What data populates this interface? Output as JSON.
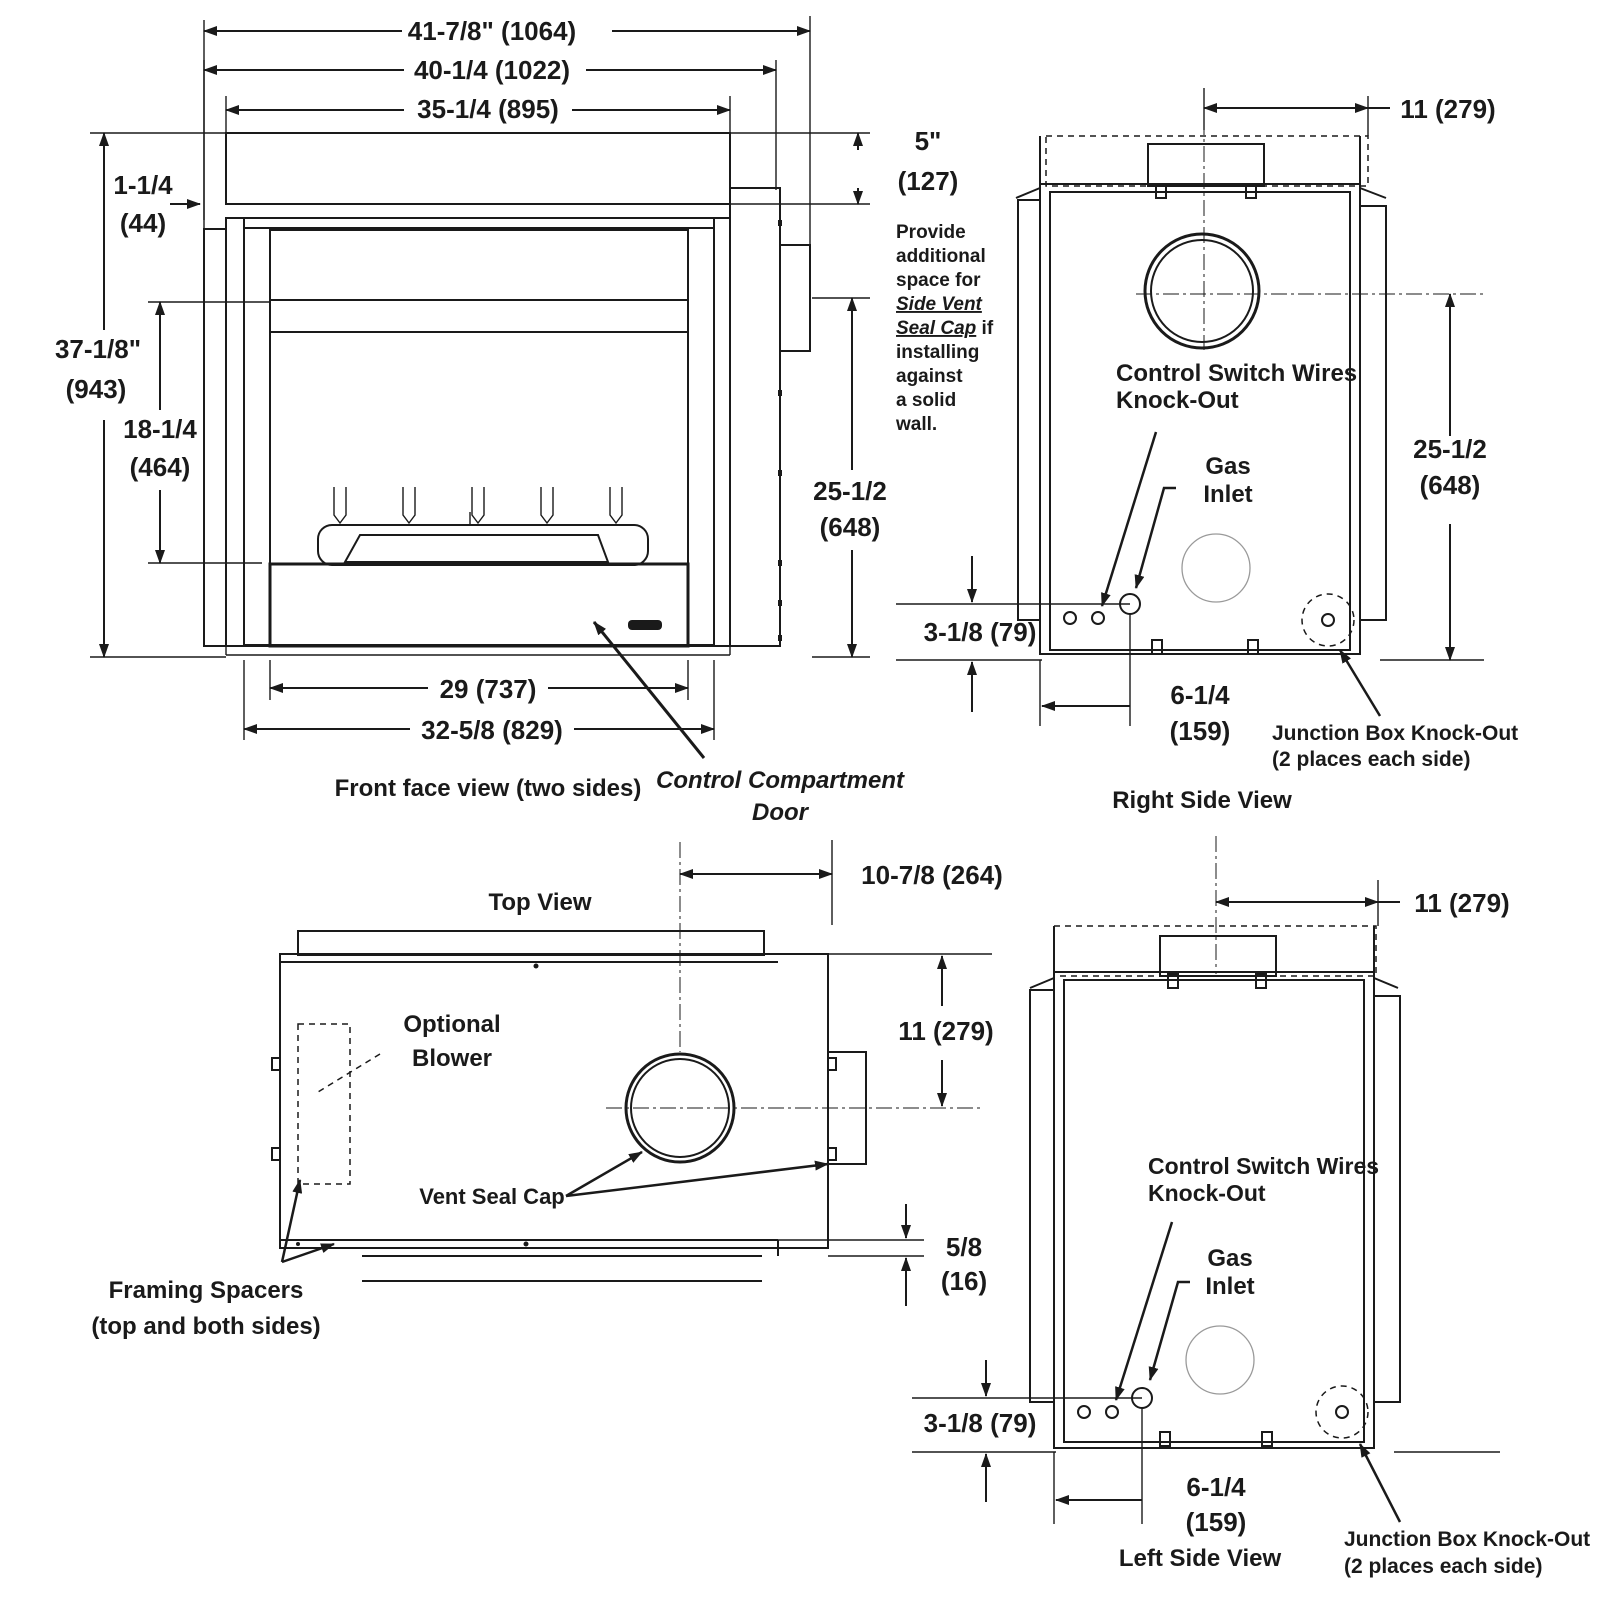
{
  "front_view": {
    "title": "Front face view (two sides)",
    "dims": {
      "overall_width": "41-7/8\" (1064)",
      "surround_width": "40-1/4 (1022)",
      "top_width": "35-1/4 (895)",
      "side_offset_in": "1-1/4",
      "side_offset_mm": "(44)",
      "overall_height_in": "37-1/8\"",
      "overall_height_mm": "(943)",
      "opening_height_in": "18-1/4",
      "opening_height_mm": "(464)",
      "vent_height_in": "25-1/2",
      "vent_height_mm": "(648)",
      "top_space_in": "5\"",
      "top_space_mm": "(127)",
      "opening_width": "29 (737)",
      "front_width": "32-5/8 (829)"
    },
    "note_lines": [
      "Provide",
      "additional",
      "space for",
      "Side Vent",
      "Seal Cap",
      " if",
      "installing",
      "against",
      "a solid",
      "wall."
    ],
    "control_door_label": [
      "Control Compartment",
      "Door"
    ]
  },
  "right_side_view": {
    "title": "Right Side View",
    "dims": {
      "vent_offset": "11 (279)",
      "vent_height_in": "25-1/2",
      "vent_height_mm": "(648)",
      "gas_height": "3-1/8 (79)",
      "gas_offset_in": "6-1/4",
      "gas_offset_mm": "(159)"
    },
    "labels": {
      "control_switch": [
        "Control Switch Wires",
        "Knock-Out"
      ],
      "gas_inlet": [
        "Gas",
        "Inlet"
      ],
      "junction_box": [
        "Junction Box Knock-Out",
        "(2 places each side)"
      ]
    }
  },
  "top_view": {
    "title": "Top View",
    "dims": {
      "vent_offset": "10-7/8 (264)",
      "vent_depth": "11 (279)",
      "spacer_in": "5/8",
      "spacer_mm": "(16)"
    },
    "labels": {
      "blower": [
        "Optional",
        "Blower"
      ],
      "vent_seal_cap": "Vent Seal Cap",
      "framing_spacers": [
        "Framing Spacers",
        "(top and both sides)"
      ]
    }
  },
  "left_side_view": {
    "title": "Left Side View",
    "dims": {
      "vent_offset": "11 (279)",
      "gas_height": "3-1/8 (79)",
      "gas_offset_in": "6-1/4",
      "gas_offset_mm": "(159)"
    },
    "labels": {
      "control_switch": [
        "Control Switch Wires",
        "Knock-Out"
      ],
      "gas_inlet": [
        "Gas",
        "Inlet"
      ],
      "junction_box": [
        "Junction Box Knock-Out",
        "(2 places each side)"
      ]
    }
  }
}
